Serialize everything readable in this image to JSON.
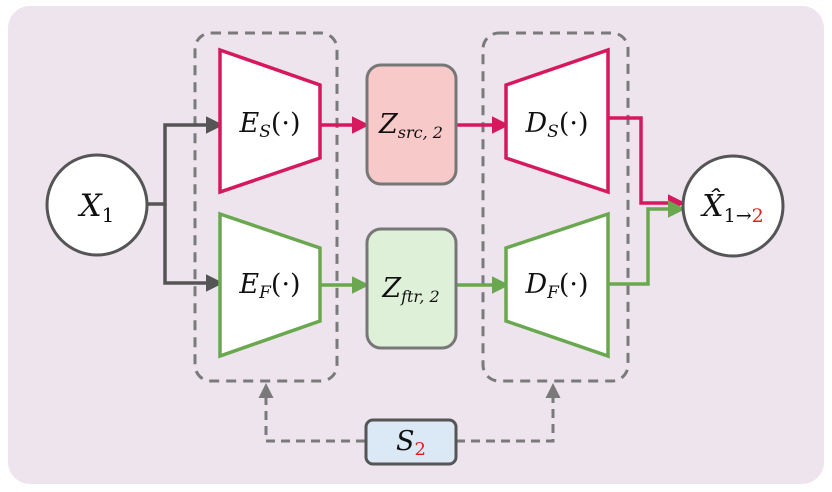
{
  "colors": {
    "background": "#ede4ed",
    "source_path": "#d6185f",
    "feature_path": "#6aa84f",
    "neutral_path": "#555555",
    "dashed": "#7a7a7a",
    "z_src_fill": "#f7c9c9",
    "z_ftr_fill": "#dff0d8",
    "s_fill": "#dbe8f5"
  },
  "input": {
    "symbol": "X",
    "subscript": "1"
  },
  "output": {
    "symbol": "X̂",
    "subscript": "1→",
    "target": "2"
  },
  "encoders": {
    "source": {
      "symbol": "E",
      "subscript": "S",
      "arg": "(·)"
    },
    "feature": {
      "symbol": "E",
      "subscript": "F",
      "arg": "(·)"
    }
  },
  "latents": {
    "source": {
      "symbol": "Z",
      "subscript": "src, 2"
    },
    "feature": {
      "symbol": "Z",
      "subscript": "ftr, 2"
    }
  },
  "decoders": {
    "source": {
      "symbol": "D",
      "subscript": "S",
      "arg": "(·)"
    },
    "feature": {
      "symbol": "D",
      "subscript": "F",
      "arg": "(·)"
    }
  },
  "condition": {
    "symbol": "S",
    "subscript": "2"
  }
}
